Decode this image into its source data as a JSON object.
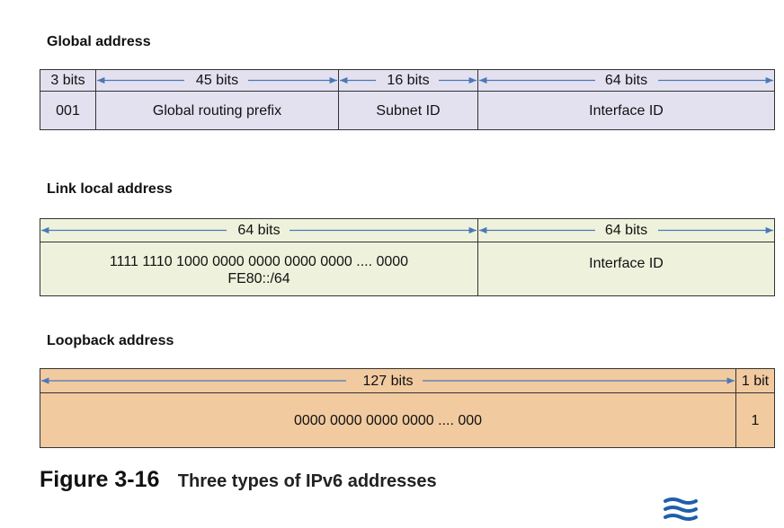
{
  "colors": {
    "global_fill": "#e3e1ef",
    "link_fill": "#eef2dc",
    "loop_fill": "#f1caa0",
    "arrow": "#4a78b8",
    "logo": "#1f5faa"
  },
  "global": {
    "title": "Global address",
    "bits": [
      "3 bits",
      "45 bits",
      "16 bits",
      "64 bits"
    ],
    "fields": [
      "001",
      "Global routing prefix",
      "Subnet ID",
      "Interface ID"
    ]
  },
  "link_local": {
    "title": "Link local address",
    "bits": [
      "64 bits",
      "64 bits"
    ],
    "field_binary": "1111 1110 1000 0000 0000 0000 0000 .... 0000",
    "field_prefix": "FE80::/64",
    "field_interface": "Interface ID"
  },
  "loopback": {
    "title": "Loopback address",
    "bits": [
      "127 bits",
      "1 bit"
    ],
    "fields": [
      "0000 0000 0000 0000 .... 000",
      "1"
    ]
  },
  "caption": {
    "figure": "Figure 3-16",
    "text": "Three types of IPv6 addresses"
  },
  "logo_icon": "waves-icon"
}
